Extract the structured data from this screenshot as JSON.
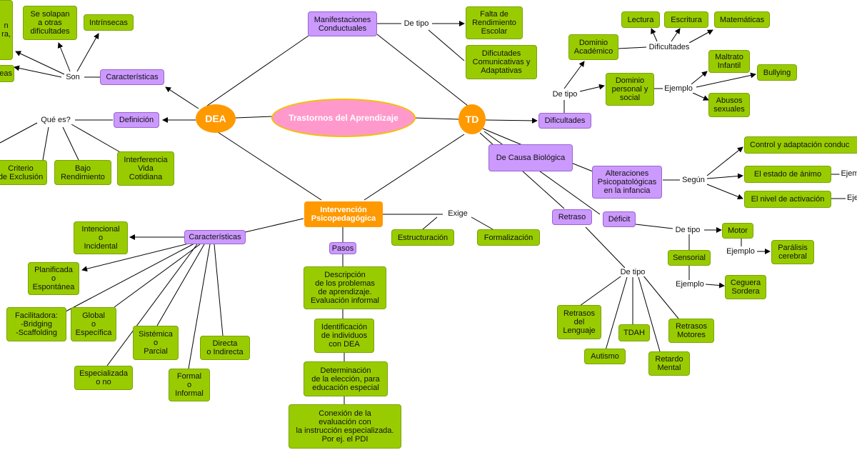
{
  "center": "Trastornos del Aprendizaje",
  "dea": {
    "title": "DEA",
    "caracteristicas": "Características",
    "son": "Son",
    "son_items": [
      "n\nra,",
      "Se solapan\na otras\ndificultades",
      "Intrínsecas",
      "eas"
    ],
    "definicion": "Definición",
    "que_es": "Qué es?",
    "def_items": [
      "Criterio\nde Exclusión",
      "Bajo\nRendimiento",
      "Interferencia\nVida\nCotidiana"
    ]
  },
  "manifestaciones": {
    "title": "Manifestaciones\nConductuales",
    "de_tipo": "De tipo",
    "items": [
      "Falta de\nRendimiento\nEscolar",
      "Dificutades\nComunicativas y\nAdaptativas"
    ]
  },
  "td": {
    "title": "TD",
    "dificultades": "Dificultades",
    "de_tipo": "De tipo",
    "dominio_academico": "Dominio\nAcadémico",
    "dificultades_lbl": "Dificultades",
    "academico_items": [
      "Lectura",
      "Escritura",
      "Matemáticas"
    ],
    "dominio_personal": "Dominio\npersonal y\nsocial",
    "ejemplo": "Ejemplo",
    "personal_items": [
      "Maltrato\nInfantil",
      "Bullying",
      "Abusos\nsexuales"
    ],
    "causa_biologica": "De Causa Biológica",
    "alteraciones": "Alteraciones\nPsicopatológicas\nen la infancia",
    "segun": "Según",
    "segun_items": [
      "Control y adaptación conduc",
      "El estado de ánimo",
      "El nivel de activación"
    ],
    "ejemplo_cut1": "Ejem",
    "ejemplo_cut2": "Eje",
    "retraso": "Retraso",
    "deficit": "Déficit",
    "deficit_de_tipo": "De tipo",
    "motor": "Motor",
    "motor_ejemplo": "Ejemplo",
    "paralisis": "Parálisis\ncerebral",
    "sensorial": "Sensorial",
    "sensorial_ejemplo": "Ejemplo",
    "ceguera": "Ceguera\nSordera",
    "retraso_de_tipo": "De tipo",
    "retraso_items": [
      "Retrasos\ndel\nLenguaje",
      "Autismo",
      "TDAH",
      "Retardo\nMental",
      "Retrasos\nMotores"
    ]
  },
  "intervencion": {
    "title": "Intervención\nPsicopedagógica",
    "exige": "Exige",
    "exige_items": [
      "Estructuración",
      "Formalización"
    ],
    "caracteristicas": "Características",
    "car_items": [
      "Intencional\no\nIncidental",
      "Planificada\no\nEspontánea",
      "Facilitadora:\n-Bridging\n-Scaffolding",
      "Global\no\nEspecífica",
      "Sistémica\no\nParcial",
      "Directa\no Indirecta",
      "Especializada\no no",
      "Formal\no\nInformal"
    ],
    "pasos": "Pasos",
    "pasos_items": [
      "Descripción\nde los problemas\nde aprendizaje.\nEvaluación informal",
      "Identificación\nde individuos\ncon DEA",
      "Determinación\nde la elección, para\neducación especial",
      "Conexión de la\nevaluación con\nla instrucción especializada.\nPor ej. el PDI"
    ]
  },
  "colors": {
    "green": "#99cc00",
    "purple": "#cc99ff",
    "orange": "#ff9900",
    "pink": "#ff99cc"
  }
}
